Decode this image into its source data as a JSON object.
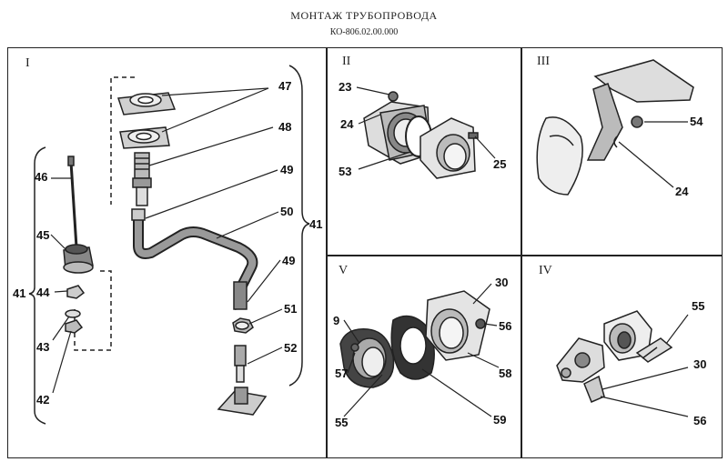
{
  "header": {
    "title": "МОНТАЖ ТРУБОПРОВОДА",
    "code": "КО-806.02.00.000"
  },
  "panels": {
    "p1": {
      "roman": "I",
      "labels": [
        "47",
        "48",
        "49",
        "50",
        "41",
        "49",
        "51",
        "52",
        "46",
        "45",
        "41",
        "44",
        "43",
        "42"
      ]
    },
    "p2": {
      "roman": "II",
      "labels": [
        "23",
        "24",
        "53",
        "25"
      ]
    },
    "p3": {
      "roman": "III",
      "labels": [
        "54",
        "24"
      ]
    },
    "p5": {
      "roman": "V",
      "labels": [
        "30",
        "9",
        "56",
        "57",
        "58",
        "55",
        "59"
      ]
    },
    "p4": {
      "roman": "IV",
      "labels": [
        "55",
        "30",
        "56"
      ]
    }
  }
}
